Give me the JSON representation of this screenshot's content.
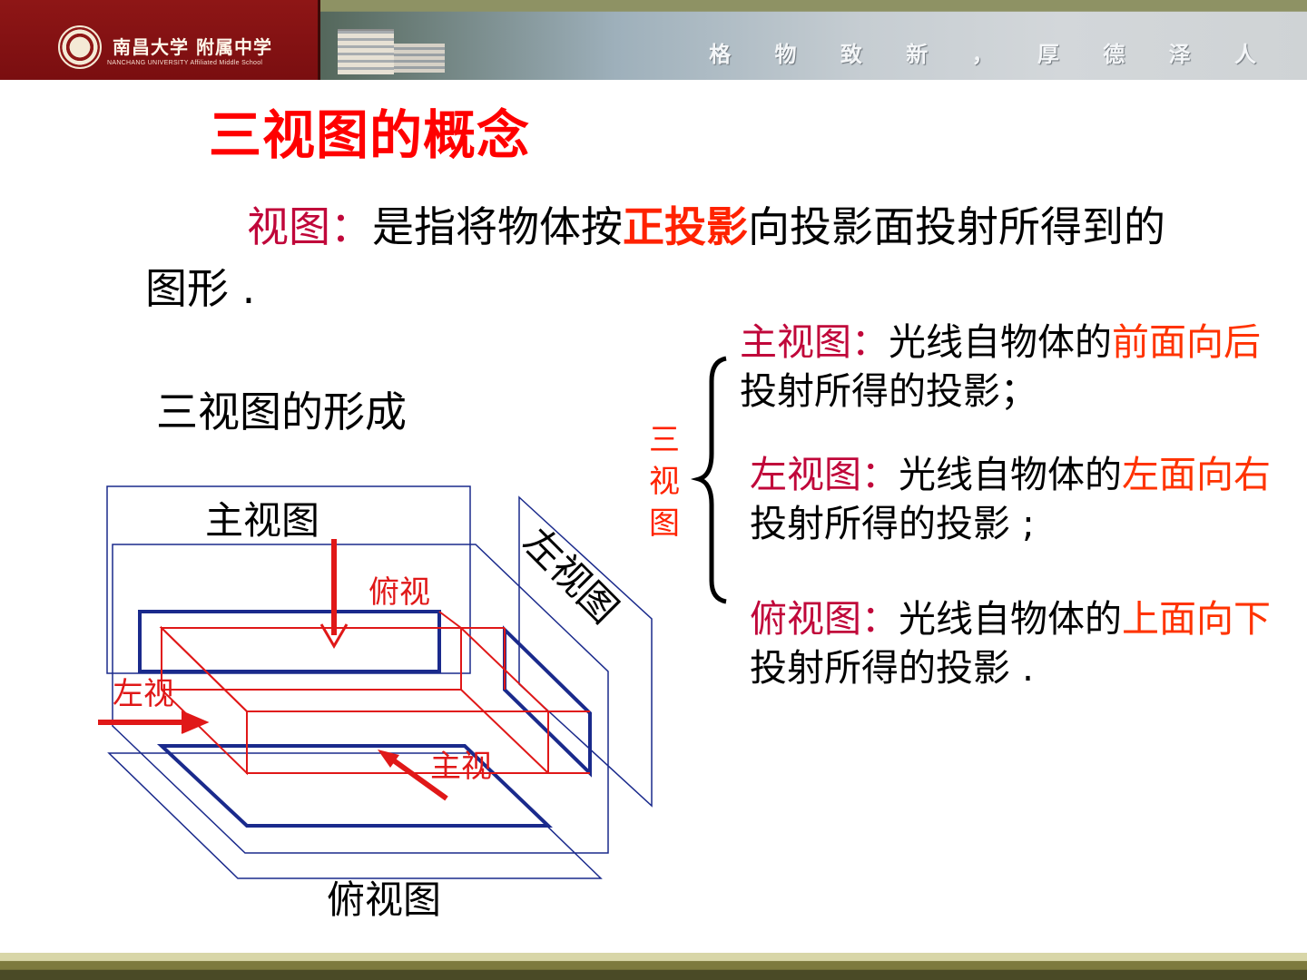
{
  "header": {
    "school_name": "南昌大学 附属中学",
    "school_name_en": "NANCHANG UNIVERSITY Affiliated Middle School",
    "motto": "格 物 致 新 ， 厚 德 泽 人"
  },
  "slide": {
    "title": "三视图的概念",
    "definition": {
      "term": "视图：",
      "part1": "是指将物体按",
      "emphasis": "正投影",
      "part2": "向投影面投射所得到的图形 ."
    },
    "formation_heading": "三视图的形成",
    "bracket_label": "三视图",
    "views": [
      {
        "term": "主视图：",
        "text1": "光线自物体的",
        "emph": "前面向后",
        "text2": "投射所得的投影；"
      },
      {
        "term": "左视图：",
        "text1": "光线自物体的",
        "emph": "左面向右",
        "text2": "投射所得的投影 ;"
      },
      {
        "term": "俯视图：",
        "text1": "光线自物体的",
        "emph": "上面向下",
        "text2": "投射所得的投影 ."
      }
    ]
  },
  "diagram": {
    "front_plane_label": "主视图",
    "side_plane_label": "左视图",
    "top_plane_label": "俯视图",
    "top_arrow_label": "俯视",
    "left_arrow_label": "左视",
    "front_arrow_label": "主视",
    "colors": {
      "plane": "#1a2a8c",
      "projection": "#e01818"
    }
  }
}
